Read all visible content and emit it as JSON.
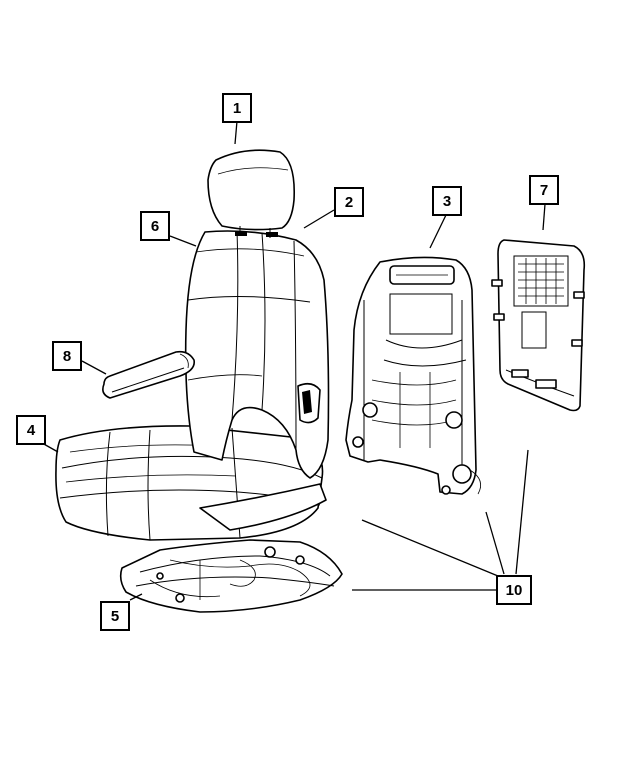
{
  "callouts": {
    "c1": "1",
    "c2": "2",
    "c3": "3",
    "c4": "4",
    "c5": "5",
    "c6": "6",
    "c7": "7",
    "c8": "8",
    "c10": "10"
  }
}
